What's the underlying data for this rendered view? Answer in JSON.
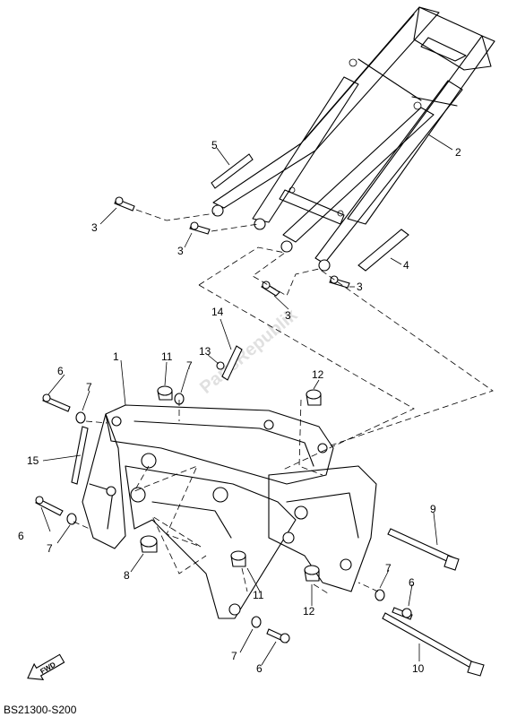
{
  "diagram_code": "BS21300-S200",
  "fwd_label": "FWD",
  "watermark": "PartsRepublik",
  "callouts": {
    "c1": "1",
    "c2": "2",
    "c3a": "3",
    "c3b": "3",
    "c3c": "3",
    "c3d": "3",
    "c4": "4",
    "c5": "5",
    "c6a": "6",
    "c6b": "6",
    "c6c": "6",
    "c6d": "6",
    "c7a": "7",
    "c7b": "7",
    "c7c": "7",
    "c7d": "7",
    "c7e": "7",
    "c8": "8",
    "c9": "9",
    "c10": "10",
    "c11a": "11",
    "c11b": "11",
    "c12a": "12",
    "c12b": "12",
    "c13": "13",
    "c14": "14",
    "c15": "15"
  }
}
